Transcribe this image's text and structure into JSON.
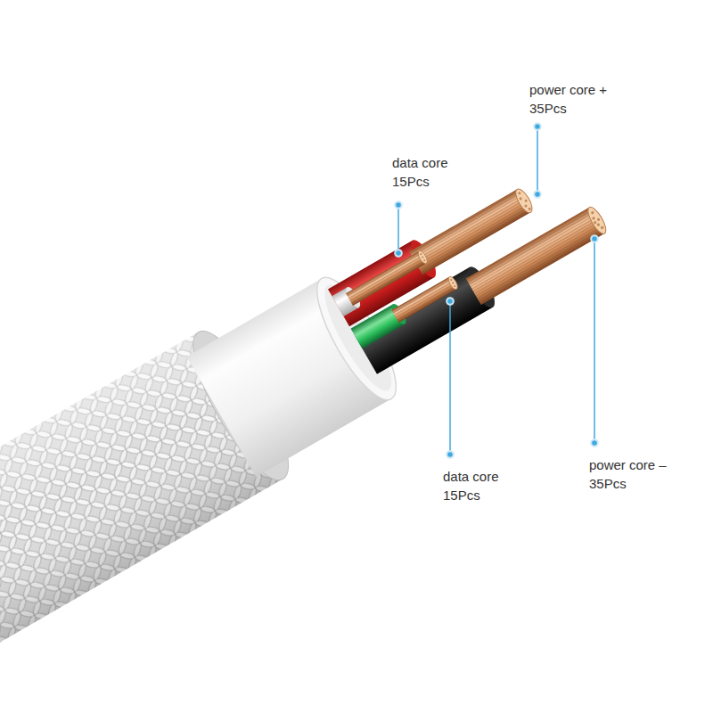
{
  "diagram": {
    "labels": [
      "power core + 35Pcs",
      "data core 15Pcs",
      "power core – 35Pcs",
      "data core 15Pcs"
    ]
  }
}
